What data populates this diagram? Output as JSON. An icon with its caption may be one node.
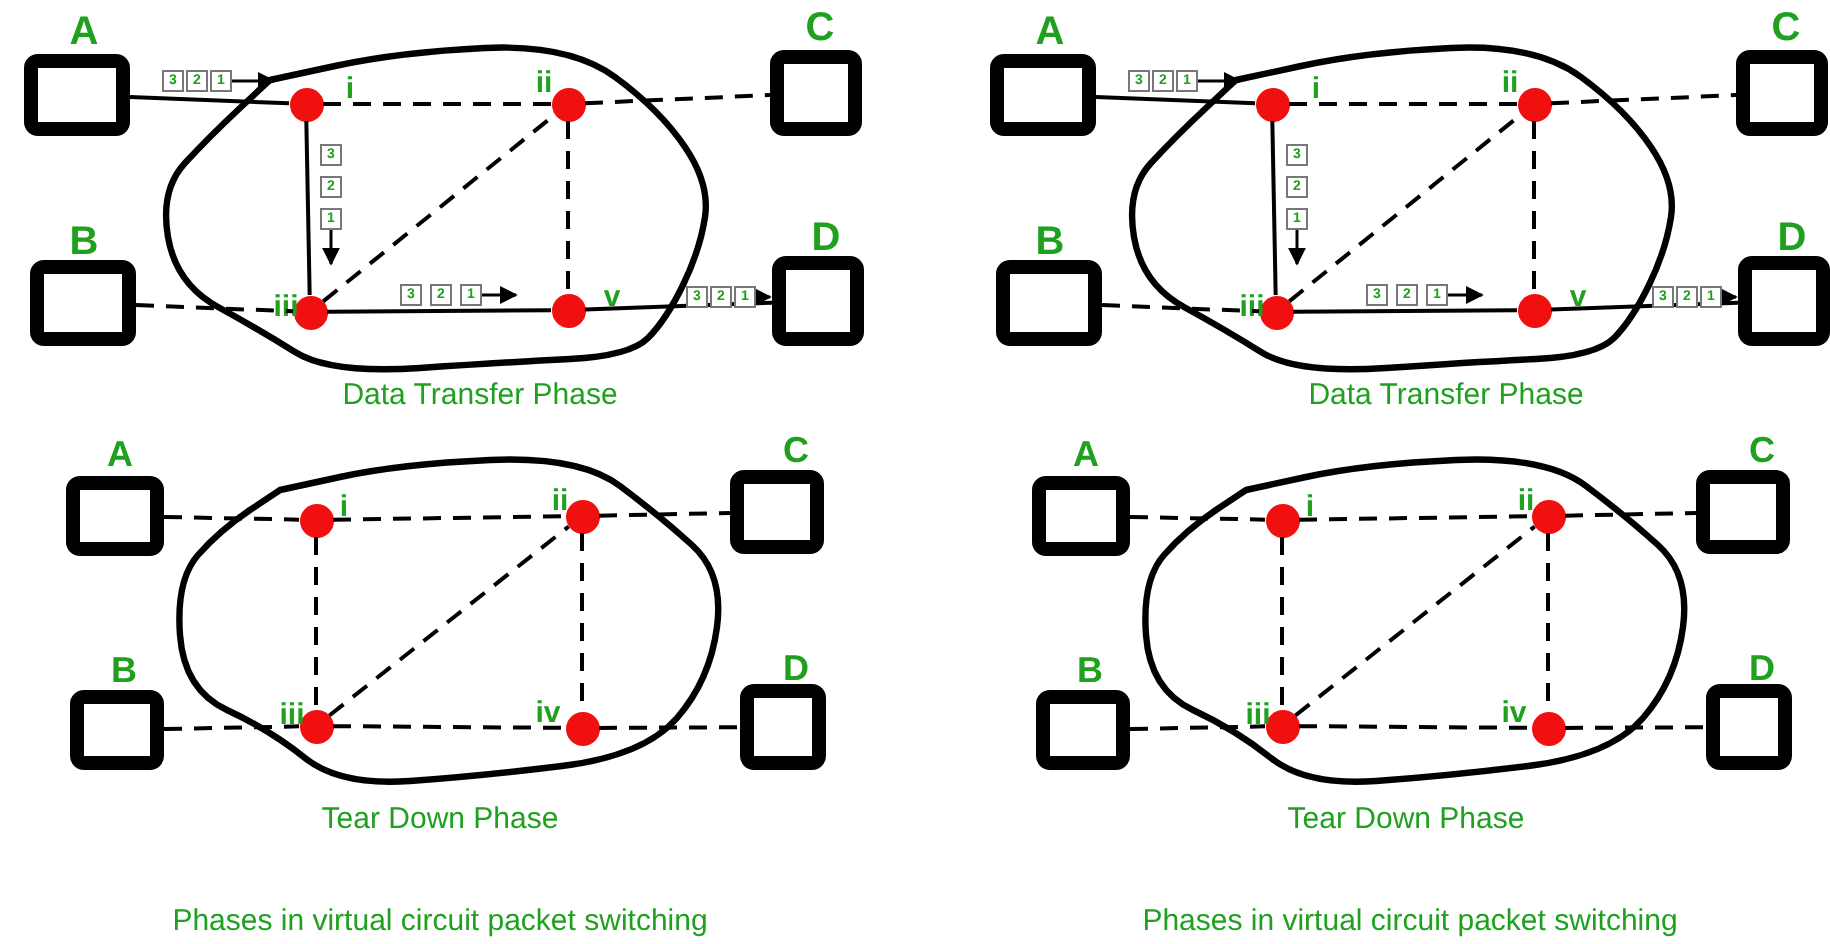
{
  "diagram": {
    "nodes": [
      {
        "text": [],
        "shape": "box",
        "beside": [
          "A"
        ]
      },
      {
        "text": [],
        "shape": "box",
        "beside": [
          "C"
        ]
      },
      {
        "text": [],
        "shape": "box",
        "beside": [
          "B"
        ]
      },
      {
        "text": [],
        "shape": "box",
        "beside": [
          "D"
        ]
      },
      {
        "text": [],
        "shape": "cloud",
        "beside": [
          "Data Transfer Phase"
        ]
      },
      {
        "text": [],
        "shape": "circle",
        "beside": [
          "i"
        ],
        "in": 4
      },
      {
        "text": [],
        "shape": "circle",
        "beside": [
          "ii"
        ],
        "in": 4
      },
      {
        "text": [],
        "shape": "circle",
        "beside": [
          "iii"
        ],
        "in": 4
      },
      {
        "text": [],
        "shape": "circle",
        "beside": [
          "v"
        ],
        "in": 4
      },
      {
        "text": [],
        "shape": "box",
        "beside": [
          "A"
        ]
      },
      {
        "text": [],
        "shape": "box",
        "beside": [
          "C"
        ]
      },
      {
        "text": [],
        "shape": "box",
        "beside": [
          "B"
        ]
      },
      {
        "text": [],
        "shape": "box",
        "beside": [
          "D"
        ]
      },
      {
        "text": [],
        "shape": "cloud",
        "beside": [
          "Data Transfer Phase"
        ]
      },
      {
        "text": [],
        "shape": "circle",
        "beside": [
          "i"
        ],
        "in": 13
      },
      {
        "text": [],
        "shape": "circle",
        "beside": [
          "ii"
        ],
        "in": 13
      },
      {
        "text": [],
        "shape": "circle",
        "beside": [
          "iii"
        ],
        "in": 13
      },
      {
        "text": [],
        "shape": "circle",
        "beside": [
          "v"
        ],
        "in": 13
      },
      {
        "text": [],
        "shape": "box",
        "beside": [
          "A"
        ]
      },
      {
        "text": [],
        "shape": "box",
        "beside": [
          "C"
        ]
      },
      {
        "text": [],
        "shape": "box",
        "beside": [
          "B"
        ]
      },
      {
        "text": [],
        "shape": "box",
        "beside": [
          "D"
        ]
      },
      {
        "text": [],
        "shape": "cloud",
        "beside": [
          "Tear Down Phase"
        ]
      },
      {
        "text": [],
        "shape": "circle",
        "beside": [
          "i"
        ],
        "in": 22
      },
      {
        "text": [],
        "shape": "circle",
        "beside": [
          "ii"
        ],
        "in": 22
      },
      {
        "text": [],
        "shape": "circle",
        "beside": [
          "iii"
        ],
        "in": 22
      },
      {
        "text": [],
        "shape": "circle",
        "beside": [
          "iv"
        ],
        "in": 22
      },
      {
        "text": [],
        "shape": "box",
        "beside": [
          "A"
        ]
      },
      {
        "text": [],
        "shape": "box",
        "beside": [
          "C"
        ]
      },
      {
        "text": [],
        "shape": "box",
        "beside": [
          "B"
        ]
      },
      {
        "text": [],
        "shape": "box",
        "beside": [
          "D"
        ]
      },
      {
        "text": [],
        "shape": "cloud",
        "beside": [
          "Tear Down Phase"
        ]
      },
      {
        "text": [],
        "shape": "circle",
        "beside": [
          "i"
        ],
        "in": 31
      },
      {
        "text": [],
        "shape": "circle",
        "beside": [
          "ii"
        ],
        "in": 31
      },
      {
        "text": [],
        "shape": "circle",
        "beside": [
          "iii"
        ],
        "in": 31
      },
      {
        "text": [],
        "shape": "circle",
        "beside": [
          "iv"
        ],
        "in": 31
      }
    ],
    "edges": [
      {
        "from": 0,
        "to": 5,
        "arrow": "none"
      },
      {
        "from": 5,
        "to": 6,
        "arrow": "none",
        "style": "dashed"
      },
      {
        "from": 6,
        "to": 1,
        "arrow": "none",
        "style": "dashed"
      },
      {
        "from": 5,
        "to": 7,
        "arrow": "none"
      },
      {
        "from": 7,
        "to": 6,
        "arrow": "none",
        "style": "dashed"
      },
      {
        "from": 6,
        "to": 8,
        "arrow": "none",
        "style": "dashed"
      },
      {
        "from": 2,
        "to": 7,
        "arrow": "none",
        "style": "dashed"
      },
      {
        "from": 7,
        "to": 8,
        "arrow": "none"
      },
      {
        "from": 8,
        "to": 3,
        "arrow": "none"
      },
      {
        "from": 9,
        "to": 14,
        "arrow": "none"
      },
      {
        "from": 14,
        "to": 15,
        "arrow": "none",
        "style": "dashed"
      },
      {
        "from": 15,
        "to": 10,
        "arrow": "none",
        "style": "dashed"
      },
      {
        "from": 14,
        "to": 16,
        "arrow": "none"
      },
      {
        "from": 16,
        "to": 15,
        "arrow": "none",
        "style": "dashed"
      },
      {
        "from": 15,
        "to": 17,
        "arrow": "none",
        "style": "dashed"
      },
      {
        "from": 11,
        "to": 16,
        "arrow": "none",
        "style": "dashed"
      },
      {
        "from": 16,
        "to": 17,
        "arrow": "none"
      },
      {
        "from": 17,
        "to": 12,
        "arrow": "none"
      },
      {
        "from": 18,
        "to": 23,
        "arrow": "none",
        "style": "dashed"
      },
      {
        "from": 23,
        "to": 24,
        "arrow": "none",
        "style": "dashed"
      },
      {
        "from": 24,
        "to": 19,
        "arrow": "none",
        "style": "dashed"
      },
      {
        "from": 23,
        "to": 25,
        "arrow": "none",
        "style": "dashed"
      },
      {
        "from": 25,
        "to": 24,
        "arrow": "none",
        "style": "dashed"
      },
      {
        "from": 24,
        "to": 26,
        "arrow": "none",
        "style": "dashed"
      },
      {
        "from": 20,
        "to": 25,
        "arrow": "none",
        "style": "dashed"
      },
      {
        "from": 25,
        "to": 26,
        "arrow": "none",
        "style": "dashed"
      },
      {
        "from": 26,
        "to": 21,
        "arrow": "none",
        "style": "dashed"
      },
      {
        "from": 27,
        "to": 32,
        "arrow": "none",
        "style": "dashed"
      },
      {
        "from": 32,
        "to": 33,
        "arrow": "none",
        "style": "dashed"
      },
      {
        "from": 33,
        "to": 28,
        "arrow": "none",
        "style": "dashed"
      },
      {
        "from": 32,
        "to": 34,
        "arrow": "none",
        "style": "dashed"
      },
      {
        "from": 34,
        "to": 33,
        "arrow": "none",
        "style": "dashed"
      },
      {
        "from": 33,
        "to": 35,
        "arrow": "none",
        "style": "dashed"
      },
      {
        "from": 29,
        "to": 34,
        "arrow": "none",
        "style": "dashed"
      },
      {
        "from": 34,
        "to": 35,
        "arrow": "none",
        "style": "dashed"
      },
      {
        "from": 35,
        "to": 30,
        "arrow": "none",
        "style": "dashed"
      }
    ],
    "labels": [
      "3",
      "2",
      "1",
      "3",
      "2",
      "1",
      "3",
      "2",
      "1",
      "3",
      "2",
      "1",
      "3",
      "2",
      "1",
      "3",
      "2",
      "1",
      "3",
      "2",
      "1",
      "3",
      "2",
      "1",
      "Phases in virtual circuit packet switching",
      "Phases in virtual circuit packet switching"
    ]
  }
}
